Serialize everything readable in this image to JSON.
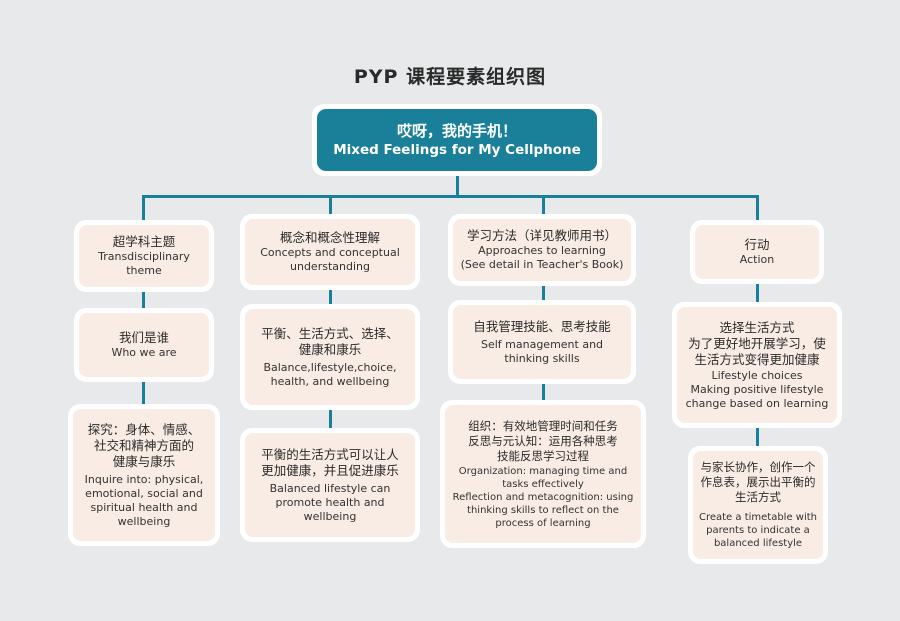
{
  "page_title": "PYP 课程要素组织图",
  "root": {
    "cn": "哎呀，我的手机！",
    "en": "Mixed Feelings for My Cellphone"
  },
  "columns": [
    {
      "header": {
        "cn": [
          "超学科主题"
        ],
        "en": [
          "Transdisciplinary",
          "theme"
        ]
      },
      "boxes": [
        {
          "cn": [
            "我们是谁"
          ],
          "en": [
            "Who we are"
          ]
        },
        {
          "cn": [
            "探究：身体、情感、",
            "社交和精神方面的",
            "健康与康乐"
          ],
          "en": [
            "Inquire into: physical,",
            "emotional, social and",
            "spiritual health and",
            "wellbeing"
          ]
        }
      ]
    },
    {
      "header": {
        "cn": [
          "概念和概念性理解"
        ],
        "en": [
          "Concepts and conceptual",
          "understanding"
        ]
      },
      "boxes": [
        {
          "cn": [
            "平衡、生活方式、选择、",
            "健康和康乐"
          ],
          "en": [
            "Balance,lifestyle,choice,",
            "health, and wellbeing"
          ]
        },
        {
          "cn": [
            "平衡的生活方式可以让人",
            "更加健康，并且促进康乐"
          ],
          "en": [
            "Balanced lifestyle can",
            "promote health and",
            "wellbeing"
          ]
        }
      ]
    },
    {
      "header": {
        "cn": [
          "学习方法（详见教师用书）"
        ],
        "en": [
          "Approaches to learning",
          "(See detail in Teacher's Book)"
        ]
      },
      "boxes": [
        {
          "cn": [
            "自我管理技能、思考技能"
          ],
          "en": [
            "Self management and",
            "thinking skills"
          ]
        },
        {
          "cn": [
            "组织：有效地管理时间和任务",
            "反思与元认知：运用各种思考",
            "技能反思学习过程"
          ],
          "en": [
            "Organization: managing time and",
            "tasks effectively",
            "Reflection and metacognition: using",
            "thinking  skills to reflect on the",
            "process of learning"
          ]
        }
      ]
    },
    {
      "header": {
        "cn": [
          "行动"
        ],
        "en": [
          "Action"
        ]
      },
      "boxes": [
        {
          "cn": [
            "选择生活方式",
            "为了更好地开展学习，使",
            "生活方式变得更加健康"
          ],
          "en": [
            "Lifestyle choices",
            "Making positive lifestyle",
            "change based on learning"
          ]
        },
        {
          "cn": [
            "与家长协作，创作一个",
            "作息表，展示出平衡的",
            "生活方式"
          ],
          "en": [
            "Create a timetable with",
            "parents to indicate a",
            "balanced lifestyle"
          ]
        }
      ]
    }
  ],
  "colors": {
    "accent": "#1a7f99",
    "card_fill": "#f8ece4",
    "background": "#e7e9ea"
  }
}
